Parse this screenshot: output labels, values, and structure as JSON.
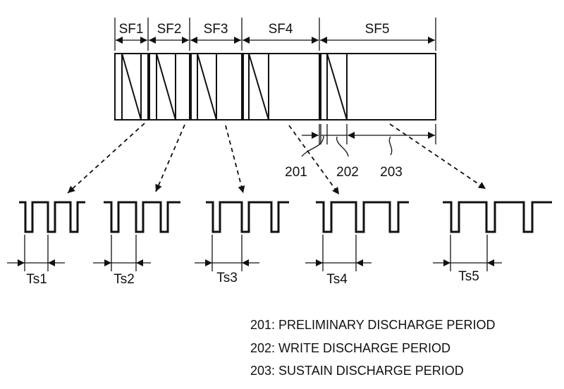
{
  "subframes": [
    "SF1",
    "SF2",
    "SF3",
    "SF4",
    "SF5"
  ],
  "periods": [
    "201",
    "202",
    "203"
  ],
  "sustain_periods": [
    "Ts1",
    "Ts2",
    "Ts3",
    "Ts4",
    "Ts5"
  ],
  "legend": [
    "201: PRELIMINARY DISCHARGE PERIOD",
    "202: WRITE DISCHARGE PERIOD",
    "203: SUSTAIN DISCHARGE PERIOD"
  ],
  "colors": {
    "ink": "#111111",
    "background": "#ffffff"
  }
}
